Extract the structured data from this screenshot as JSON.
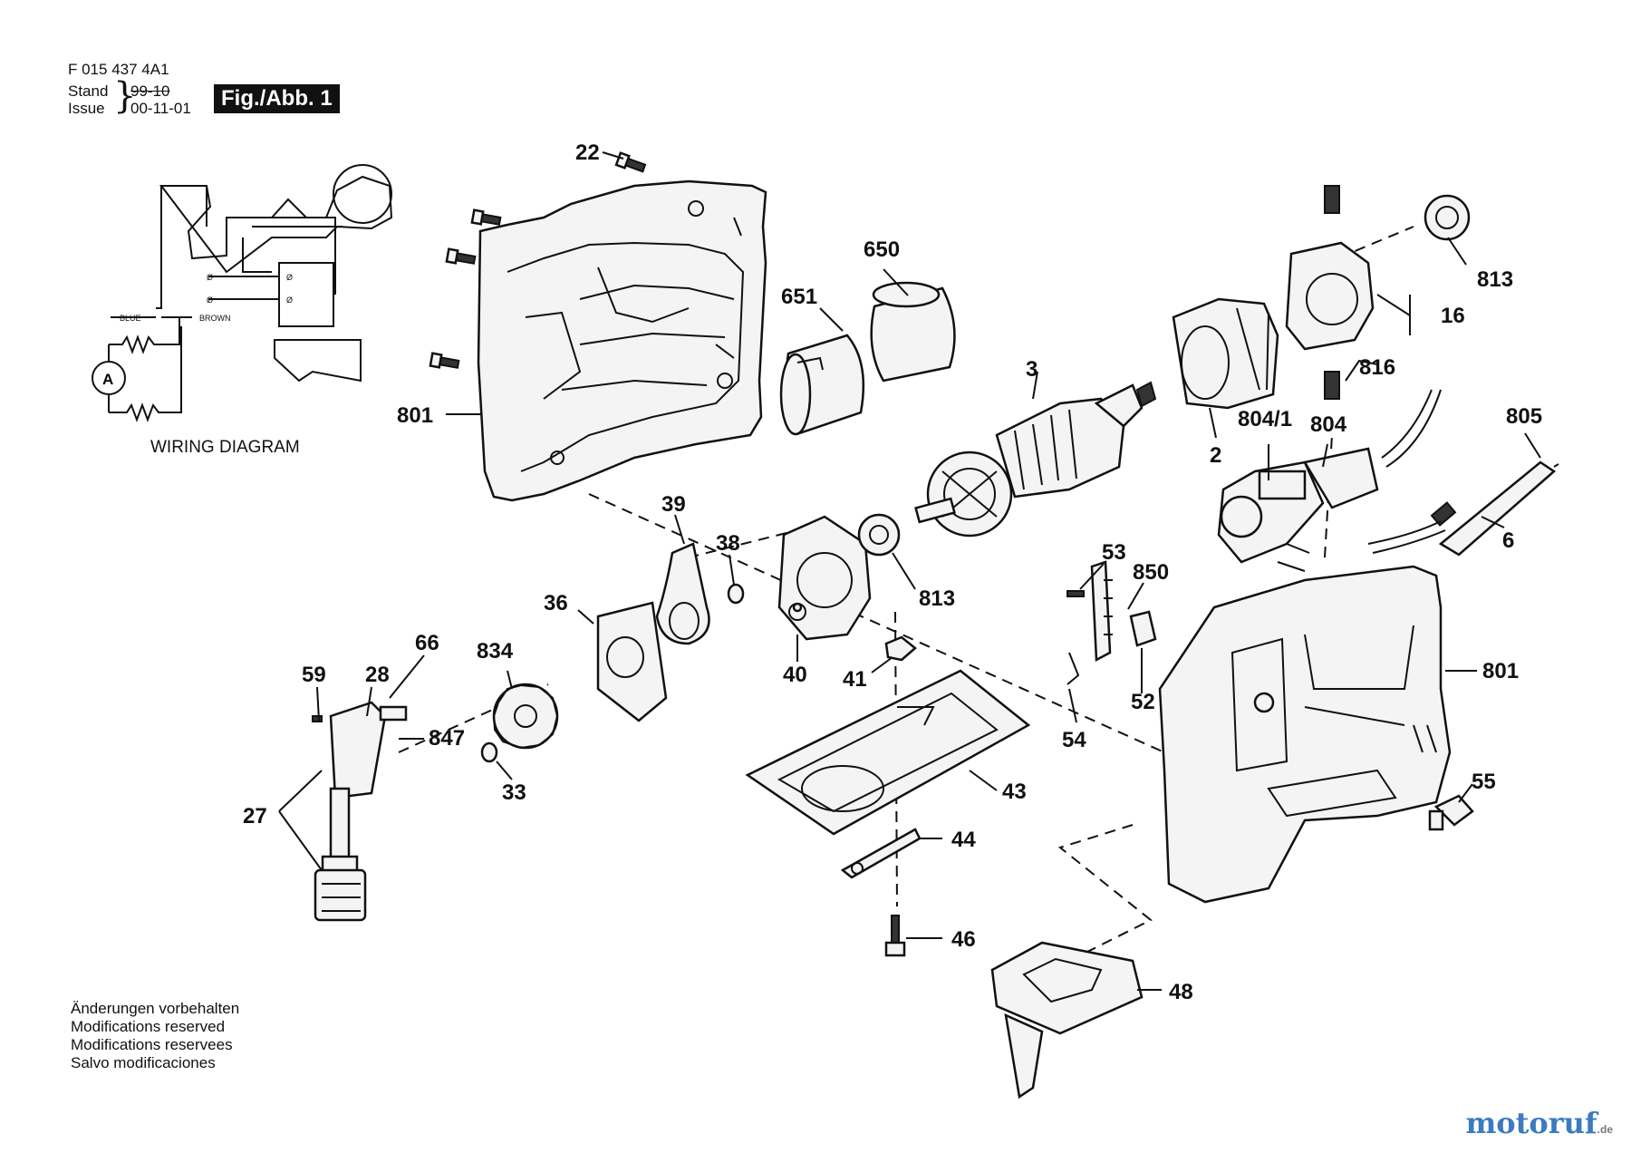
{
  "header": {
    "doc_number": "F 015 437 4A1",
    "stand_label": "Stand",
    "issue_label": "Issue",
    "stand_date": "99-10",
    "issue_date": "00-11-01",
    "figure_badge": "Fig./Abb. 1"
  },
  "wiring_diagram": {
    "title": "WIRING DIAGRAM",
    "wire_blue": "BLUE",
    "wire_brown": "BROWN",
    "motor_symbol": "A"
  },
  "part_labels": {
    "p22": "22",
    "p650": "650",
    "p651": "651",
    "p3": "3",
    "p813a": "813",
    "p16": "16",
    "p816": "816",
    "p801a": "801",
    "p2": "2",
    "p804_1": "804/1",
    "p804": "804",
    "p805": "805",
    "p6": "6",
    "p39": "39",
    "p38": "38",
    "p813b": "813",
    "p53": "53",
    "p850": "850",
    "p36": "36",
    "p66": "66",
    "p834": "834",
    "p59": "59",
    "p28": "28",
    "p847": "847",
    "p40": "40",
    "p41": "41",
    "p52": "52",
    "p801b": "801",
    "p54": "54",
    "p27": "27",
    "p33": "33",
    "p43": "43",
    "p55": "55",
    "p44": "44",
    "p46": "46",
    "p48": "48"
  },
  "footer_notes": [
    "Änderungen vorbehalten",
    "Modifications reserved",
    "Modifications reservees",
    "Salvo modificaciones"
  ],
  "watermark": {
    "brand": "motoruf",
    "tld": ".de"
  }
}
